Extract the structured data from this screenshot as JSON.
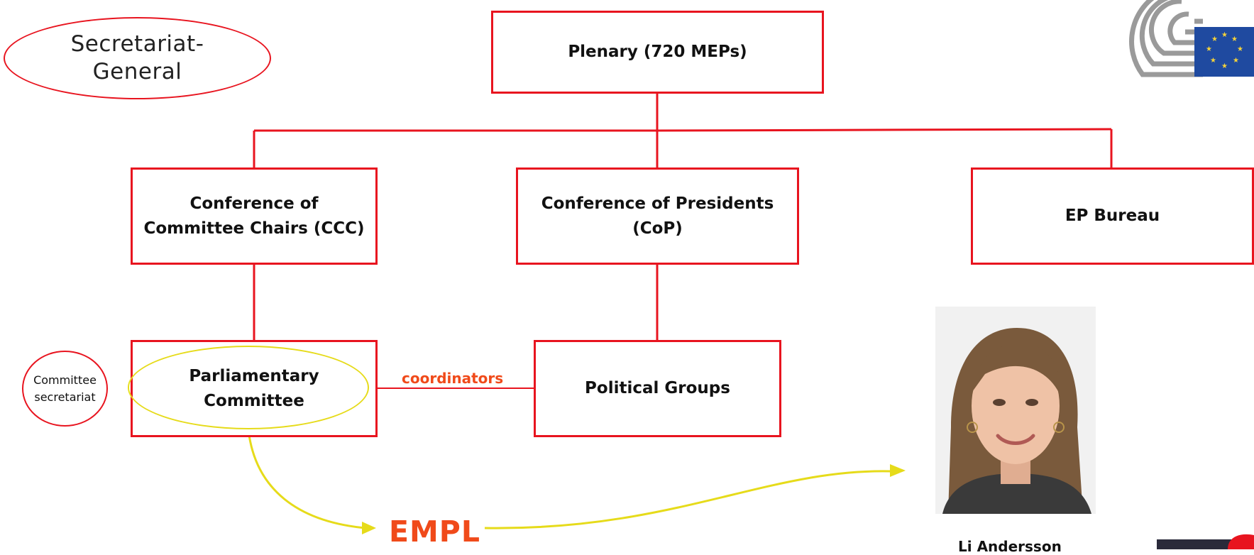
{
  "secretariat_general": "Secretariat-\nGeneral",
  "nodes": {
    "plenary": "Plenary (720 MEPs)",
    "ccc": "Conference of Committee Chairs (CCC)",
    "cop": "Conference of Presidents (CoP)",
    "bureau": "EP Bureau",
    "committee": "Parliamentary Committee",
    "groups": "Political Groups"
  },
  "committee_secretariat": "Committee secretariat",
  "edge_label": "coordinators",
  "committee_name": "EMPL",
  "person_name": "Li Andersson",
  "colors": {
    "box_border": "#e8141f",
    "connector": "#e8141f",
    "highlight": "#e6db1a",
    "accent_text": "#f04a1a"
  },
  "icons": {
    "logo": "european-parliament-logo",
    "photo": "portrait-photo"
  }
}
